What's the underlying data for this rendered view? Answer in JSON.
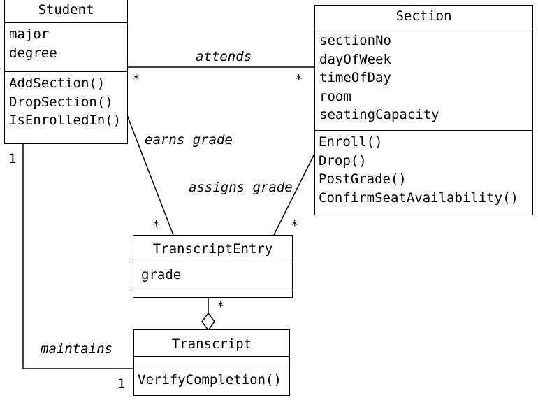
{
  "classes": {
    "student": {
      "name": "Student",
      "attributes": [
        "major",
        "degree"
      ],
      "operations": [
        "AddSection()",
        "DropSection()",
        "IsEnrolledIn()"
      ]
    },
    "section": {
      "name": "Section",
      "attributes": [
        "sectionNo",
        "dayOfWeek",
        "timeOfDay",
        "room",
        "seatingCapacity"
      ],
      "operations": [
        "Enroll()",
        "Drop()",
        "PostGrade()",
        "ConfirmSeatAvailability()"
      ]
    },
    "transcript_entry": {
      "name": "TranscriptEntry",
      "attributes": [
        "grade"
      ],
      "operations": []
    },
    "transcript": {
      "name": "Transcript",
      "attributes": [],
      "operations": [
        "VerifyCompletion()"
      ]
    }
  },
  "associations": {
    "attends": {
      "label": "attends",
      "student_end": "*",
      "section_end": "*"
    },
    "earns_grade": {
      "label": "earns grade",
      "entry_end": "*"
    },
    "assigns_grade": {
      "label": "assigns grade",
      "entry_end": "*"
    },
    "aggregation": {
      "entry_end": "*"
    },
    "maintains": {
      "label": "maintains",
      "student_end": "1",
      "transcript_end": "1"
    }
  }
}
